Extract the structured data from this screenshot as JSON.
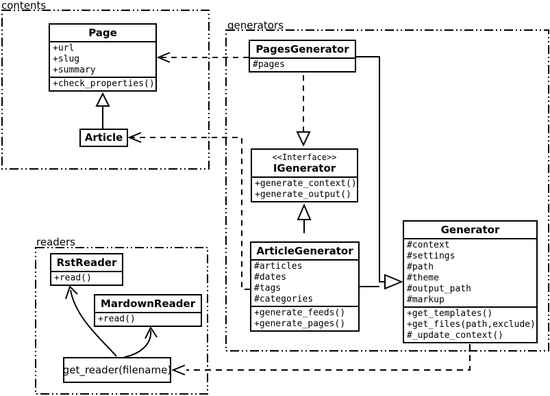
{
  "diagram": {
    "background_color": "#ffffff",
    "line_color": "#000000"
  },
  "packages": {
    "contents": {
      "label": "contents"
    },
    "generators": {
      "label": "generators"
    },
    "readers": {
      "label": "readers"
    }
  },
  "classes": {
    "page": {
      "name": "Page",
      "attributes": [
        "+url",
        "+slug",
        "+summary"
      ],
      "methods": [
        "+check_properties()"
      ]
    },
    "article": {
      "name": "Article"
    },
    "pages_generator": {
      "name": "PagesGenerator",
      "attributes": [
        "#pages"
      ]
    },
    "igenerator": {
      "stereotype": "<<Interface>>",
      "name": "IGenerator",
      "methods": [
        "+generate_context()",
        "+generate_output()"
      ]
    },
    "article_generator": {
      "name": "ArticleGenerator",
      "attributes": [
        "#articles",
        "#dates",
        "#tags",
        "#categories"
      ],
      "methods": [
        "+generate_feeds()",
        "+generate_pages()"
      ]
    },
    "generator": {
      "name": "Generator",
      "attributes": [
        "#context",
        "#settings",
        "#path",
        "#theme",
        "#output_path",
        "#markup"
      ],
      "methods": [
        "+get_templates()",
        "+get_files(path,exclude)",
        "#_update_context()"
      ]
    },
    "rst_reader": {
      "name": "RstReader",
      "methods": [
        "+read()"
      ]
    },
    "mardown_reader": {
      "name": "MardownReader",
      "methods": [
        "+read()"
      ]
    },
    "get_reader": {
      "label": "get_reader(filename)"
    }
  },
  "relationships": [
    {
      "from": "Article",
      "to": "Page",
      "type": "generalization"
    },
    {
      "from": "PagesGenerator",
      "to": "Page",
      "type": "dependency"
    },
    {
      "from": "ArticleGenerator",
      "to": "Article",
      "type": "dependency"
    },
    {
      "from": "PagesGenerator",
      "to": "IGenerator",
      "type": "realization"
    },
    {
      "from": "ArticleGenerator",
      "to": "IGenerator",
      "type": "generalization"
    },
    {
      "from": "PagesGenerator",
      "to": "Generator",
      "type": "generalization"
    },
    {
      "from": "ArticleGenerator",
      "to": "Generator",
      "type": "generalization"
    },
    {
      "from": "Generator",
      "to": "get_reader(filename)",
      "type": "dependency"
    },
    {
      "from": "get_reader(filename)",
      "to": "RstReader",
      "type": "arrow"
    },
    {
      "from": "get_reader(filename)",
      "to": "MardownReader",
      "type": "arrow"
    }
  ]
}
